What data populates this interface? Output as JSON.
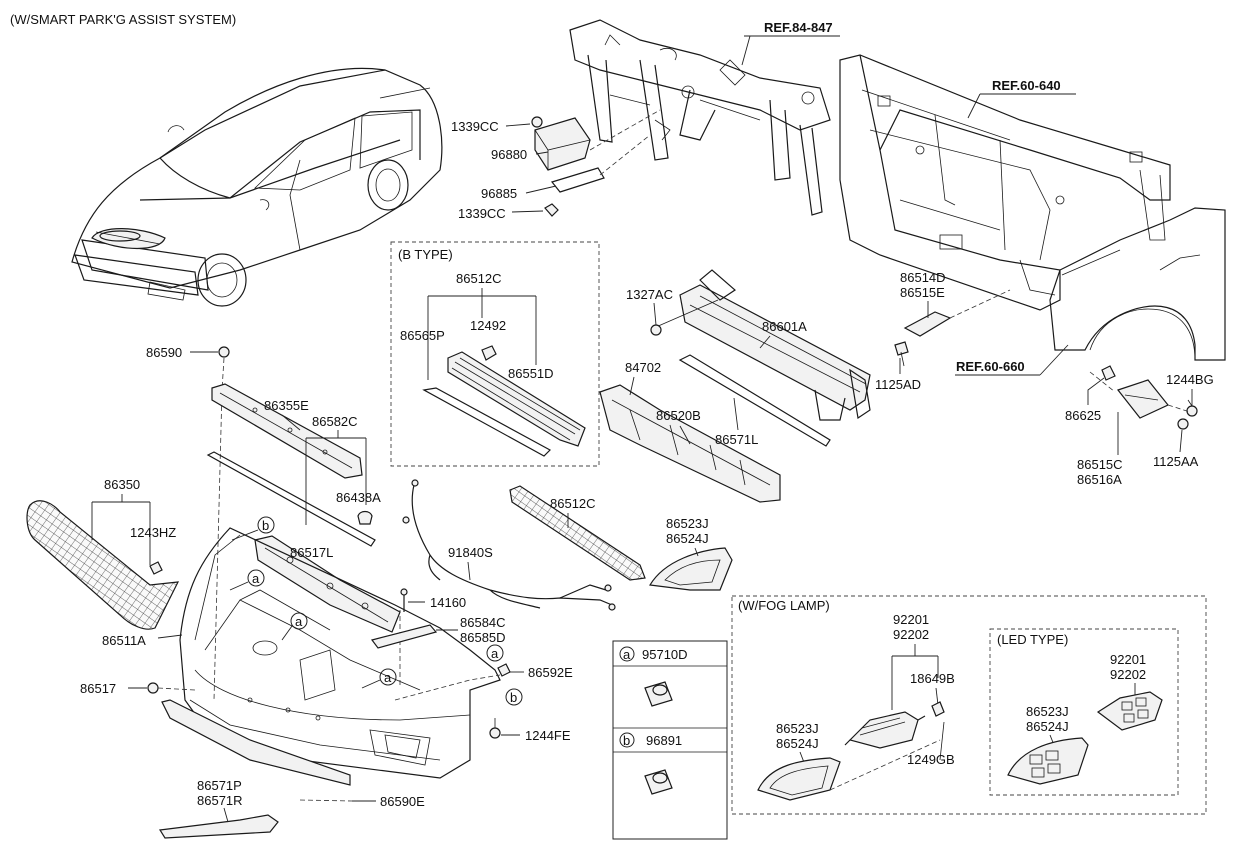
{
  "title": "(W/SMART PARK'G ASSIST SYSTEM)",
  "sections": {
    "b_type": "(B TYPE)",
    "fog_lamp": "(W/FOG LAMP)",
    "led_type": "(LED TYPE)"
  },
  "refs": {
    "r84847": "REF.84-847",
    "r60640": "REF.60-640",
    "r60660": "REF.60-660"
  },
  "parts": {
    "p1339cc_a": "1339CC",
    "p96880": "96880",
    "p96885": "96885",
    "p1339cc_b": "1339CC",
    "p86512c_b": "86512C",
    "p86565p": "86565P",
    "p12492": "12492",
    "p86551d": "86551D",
    "p1327ac": "1327AC",
    "p86601a": "86601A",
    "p84702": "84702",
    "p86520b": "86520B",
    "p86571l": "86571L",
    "p86514d": "86514D",
    "p86515e": "86515E",
    "p1125ad": "1125AD",
    "p1244bg": "1244BG",
    "p86625": "86625",
    "p86515c": "86515C",
    "p86516a": "86516A",
    "p1125aa": "1125AA",
    "p86590": "86590",
    "p86355e": "86355E",
    "p86582c": "86582C",
    "p86438a": "86438A",
    "p86350": "86350",
    "p1243hz": "1243HZ",
    "p86517l": "86517L",
    "p91840s": "91840S",
    "p86512c": "86512C",
    "p86523j": "86523J",
    "p86524j": "86524J",
    "p14160": "14160",
    "p86511a": "86511A",
    "p86584c": "86584C",
    "p86585d": "86585D",
    "p86592e": "86592E",
    "p86517": "86517",
    "p1244fe": "1244FE",
    "p86571p": "86571P",
    "p86571r": "86571R",
    "p86590e": "86590E",
    "fog_92201": "92201",
    "fog_92202": "92202",
    "fog_18649b": "18649B",
    "fog_86523j": "86523J",
    "fog_86524j": "86524J",
    "fog_1249gb": "1249GB",
    "led_92201": "92201",
    "led_92202": "92202",
    "led_86523j": "86523J",
    "led_86524j": "86524J"
  },
  "callouts": {
    "a": "a",
    "b": "b"
  },
  "legend": {
    "a_letter": "a",
    "a_part": "95710D",
    "b_letter": "b",
    "b_part": "96891"
  }
}
